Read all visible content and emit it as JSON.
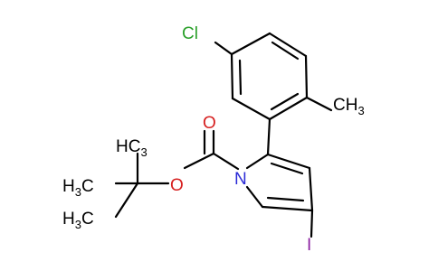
{
  "molecule": {
    "labels": {
      "chlorine": "Cl",
      "ring_methyl_c": "C",
      "ring_methyl_h": "H",
      "ring_methyl_sub": "3",
      "carbonyl_oxygen": "O",
      "ester_oxygen": "O",
      "nitrogen": "N",
      "iodine": "I",
      "tbu_top_h": "H",
      "tbu_top_c": "C",
      "tbu_top_sub": "3",
      "tbu_upper_h": "H",
      "tbu_upper_sub": "3",
      "tbu_upper_c": "C",
      "tbu_lower_h": "H",
      "tbu_lower_sub": "3",
      "tbu_lower_c": "C"
    },
    "colors": {
      "carbon": "#000000",
      "nitrogen": "#2b2bd6",
      "oxygen": "#d61f1f",
      "chlorine": "#2aa02a",
      "iodine": "#8a1fa0"
    }
  }
}
